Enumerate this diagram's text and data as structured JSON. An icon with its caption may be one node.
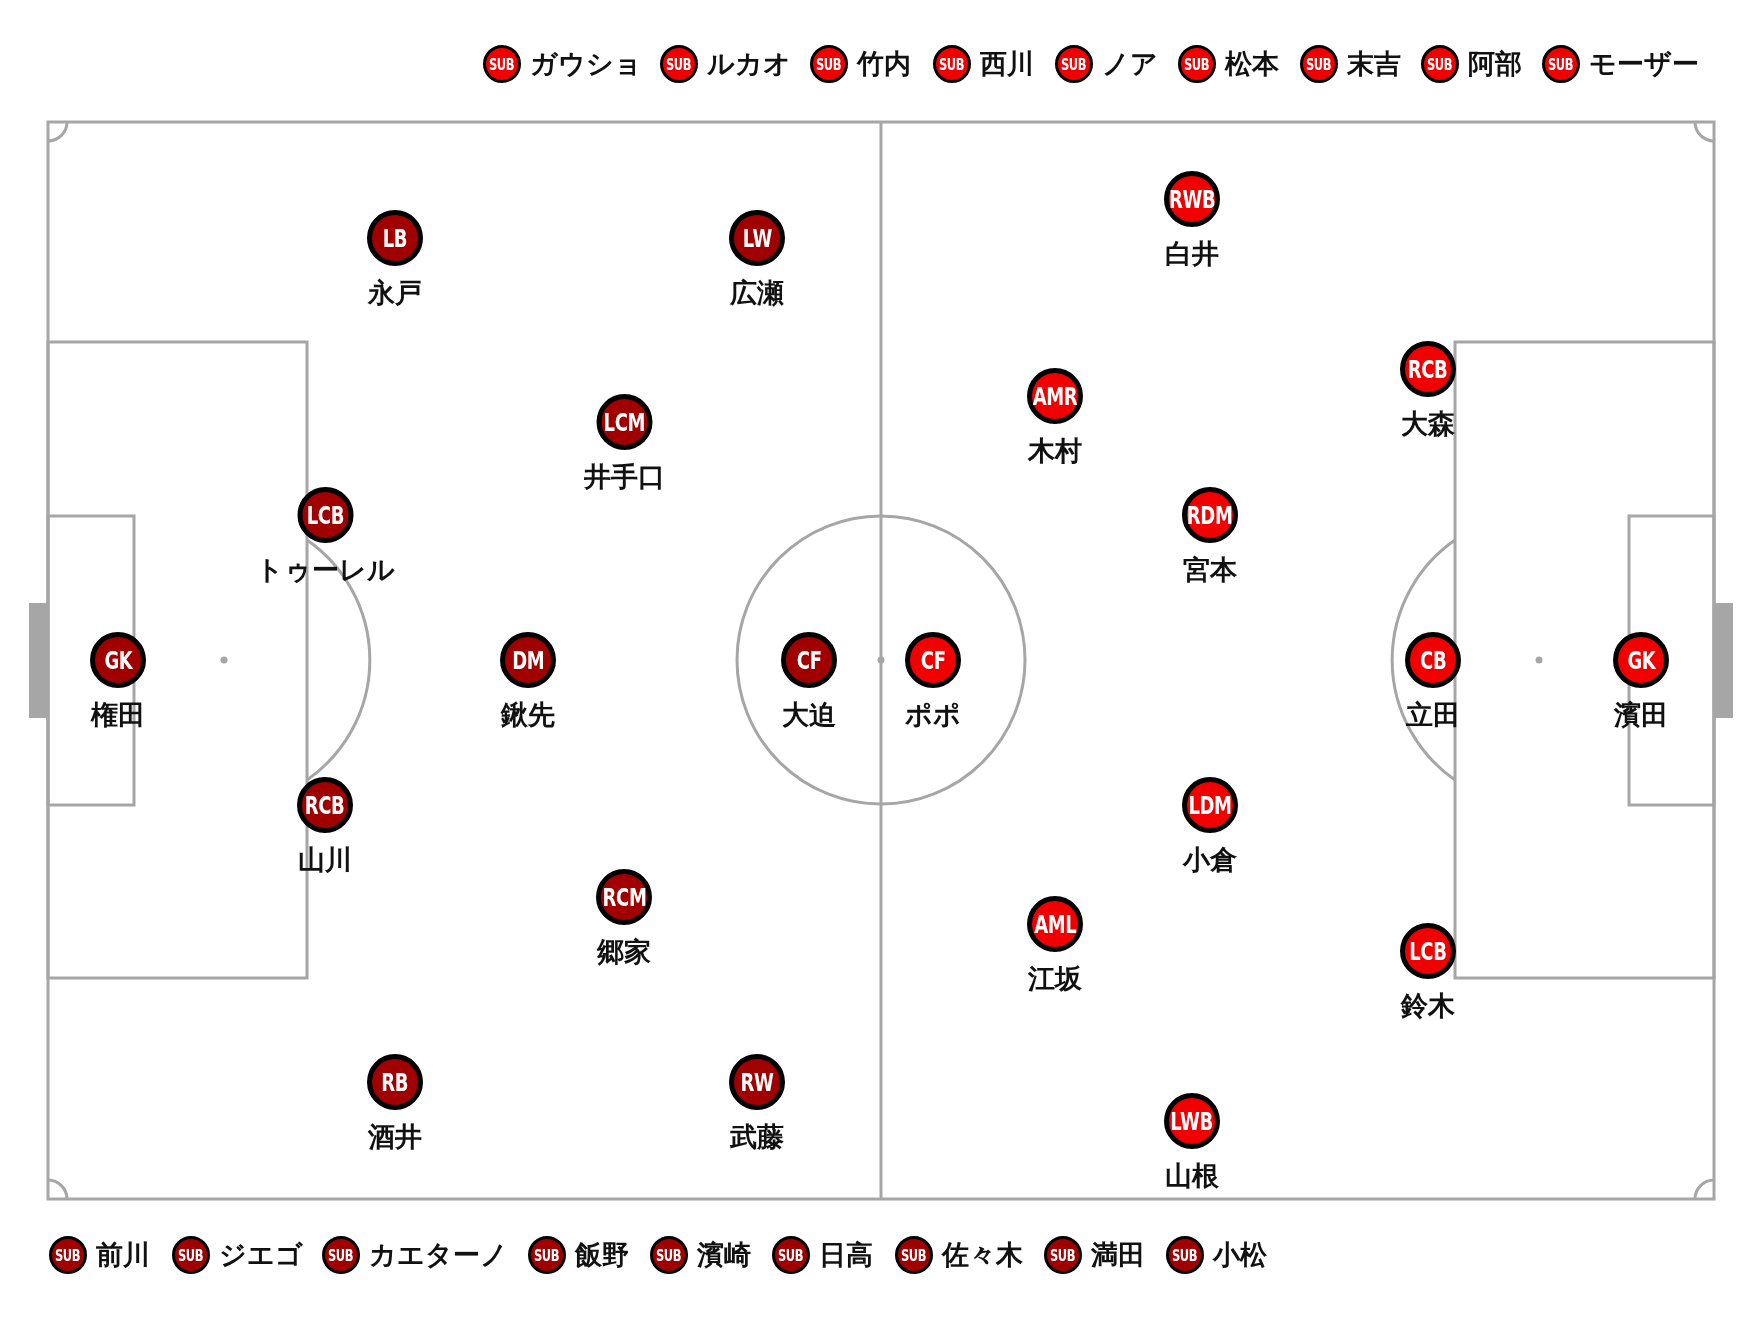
{
  "diagram": {
    "nodes": [
      {
        "text": [
          "SUB"
        ],
        "beside": [
          "ガウショ"
        ]
      },
      {
        "text": [
          "SUB"
        ],
        "beside": [
          "ルカオ"
        ]
      },
      {
        "text": [
          "SUB"
        ],
        "beside": [
          "竹内"
        ]
      },
      {
        "text": [
          "SUB"
        ],
        "beside": [
          "西川"
        ]
      },
      {
        "text": [
          "SUB"
        ],
        "beside": [
          "ノア"
        ]
      },
      {
        "text": [
          "SUB"
        ],
        "beside": [
          "松本"
        ]
      },
      {
        "text": [
          "SUB"
        ],
        "beside": [
          "末吉"
        ]
      },
      {
        "text": [
          "SUB"
        ],
        "beside": [
          "阿部"
        ]
      },
      {
        "text": [
          "SUB"
        ],
        "beside": [
          "モーザー"
        ]
      },
      {
        "text": [
          "GK"
        ],
        "beside": [
          "権田"
        ]
      },
      {
        "text": [
          "LCB"
        ],
        "beside": [
          "トゥーレル"
        ]
      },
      {
        "text": [
          "RCB"
        ],
        "beside": [
          "山川"
        ]
      },
      {
        "text": [
          "LB"
        ],
        "beside": [
          "永戸"
        ]
      },
      {
        "text": [
          "RB"
        ],
        "beside": [
          "酒井"
        ]
      },
      {
        "text": [
          "DM"
        ],
        "beside": [
          "鍬先"
        ]
      },
      {
        "text": [
          "LCM"
        ],
        "beside": [
          "井手口"
        ]
      },
      {
        "text": [
          "RCM"
        ],
        "beside": [
          "郷家"
        ]
      },
      {
        "text": [
          "LW"
        ],
        "beside": [
          "広瀬"
        ]
      },
      {
        "text": [
          "RW"
        ],
        "beside": [
          "武藤"
        ]
      },
      {
        "text": [
          "CF"
        ],
        "beside": [
          "大迫"
        ]
      },
      {
        "text": [
          "CF"
        ],
        "beside": [
          "ポポ"
        ]
      },
      {
        "text": [
          "RWB"
        ],
        "beside": [
          "白井"
        ]
      },
      {
        "text": [
          "AMR"
        ],
        "beside": [
          "木村"
        ]
      },
      {
        "text": [
          "RDM"
        ],
        "beside": [
          "宮本"
        ]
      },
      {
        "text": [
          "LDM"
        ],
        "beside": [
          "小倉"
        ]
      },
      {
        "text": [
          "AML"
        ],
        "beside": [
          "江坂"
        ]
      },
      {
        "text": [
          "LWB"
        ],
        "beside": [
          "山根"
        ]
      },
      {
        "text": [
          "RCB"
        ],
        "beside": [
          "大森"
        ]
      },
      {
        "text": [
          "CB"
        ],
        "beside": [
          "立田"
        ]
      },
      {
        "text": [
          "LCB"
        ],
        "beside": [
          "鈴木"
        ]
      },
      {
        "text": [
          "GK"
        ],
        "beside": [
          "濱田"
        ]
      },
      {
        "text": [
          "SUB"
        ],
        "beside": [
          "前川"
        ]
      },
      {
        "text": [
          "SUB"
        ],
        "beside": [
          "ジエゴ"
        ]
      },
      {
        "text": [
          "SUB"
        ],
        "beside": [
          "カエターノ"
        ]
      },
      {
        "text": [
          "SUB"
        ],
        "beside": [
          "飯野"
        ]
      },
      {
        "text": [
          "SUB"
        ],
        "beside": [
          "濱崎"
        ]
      },
      {
        "text": [
          "SUB"
        ],
        "beside": [
          "日高"
        ]
      },
      {
        "text": [
          "SUB"
        ],
        "beside": [
          "佐々木"
        ]
      },
      {
        "text": [
          "SUB"
        ],
        "beside": [
          "満田"
        ]
      },
      {
        "text": [
          "SUB"
        ],
        "beside": [
          "小松"
        ]
      }
    ]
  }
}
